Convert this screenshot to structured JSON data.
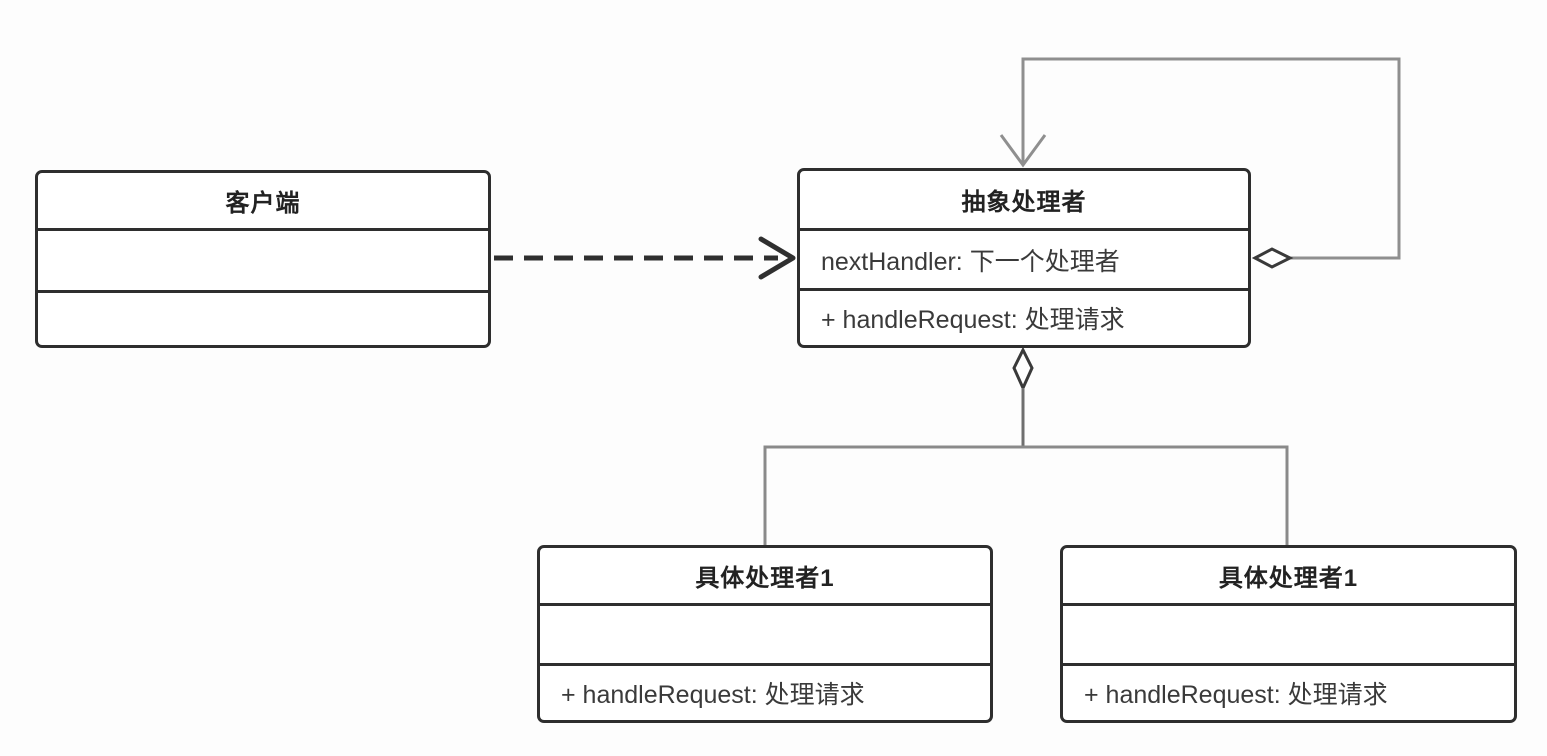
{
  "diagram": {
    "pattern": "chain-of-responsibility-uml",
    "classes": {
      "client": {
        "title": "客户端",
        "attribute": "",
        "method": ""
      },
      "abstract_handler": {
        "title": "抽象处理者",
        "attribute": "nextHandler: 下一个处理者",
        "method": "+ handleRequest: 处理请求"
      },
      "concrete_handler_left": {
        "title": "具体处理者1",
        "attribute": "",
        "method": "+ handleRequest: 处理请求"
      },
      "concrete_handler_right": {
        "title": "具体处理者1",
        "attribute": "",
        "method": "+ handleRequest: 处理请求"
      }
    },
    "relations": {
      "client_dependency": {
        "type": "dashed-open-arrow",
        "from": "client",
        "to": "abstract_handler"
      },
      "self_aggregation": {
        "type": "aggregation-self-loop",
        "from": "abstract_handler",
        "to": "abstract_handler"
      },
      "children_aggregation": {
        "type": "aggregation-tree",
        "from": "abstract_handler",
        "to": "concrete_handler_left, concrete_handler_right"
      }
    },
    "colors": {
      "box_border": "#2e2e2e",
      "box_fill": "#ffffff",
      "title_text": "#222222",
      "member_text": "#3a3a3a",
      "connector_gray": "#8f8f8f",
      "arrow_dark": "#2f2f2f",
      "background": "#fdfdfd"
    }
  }
}
